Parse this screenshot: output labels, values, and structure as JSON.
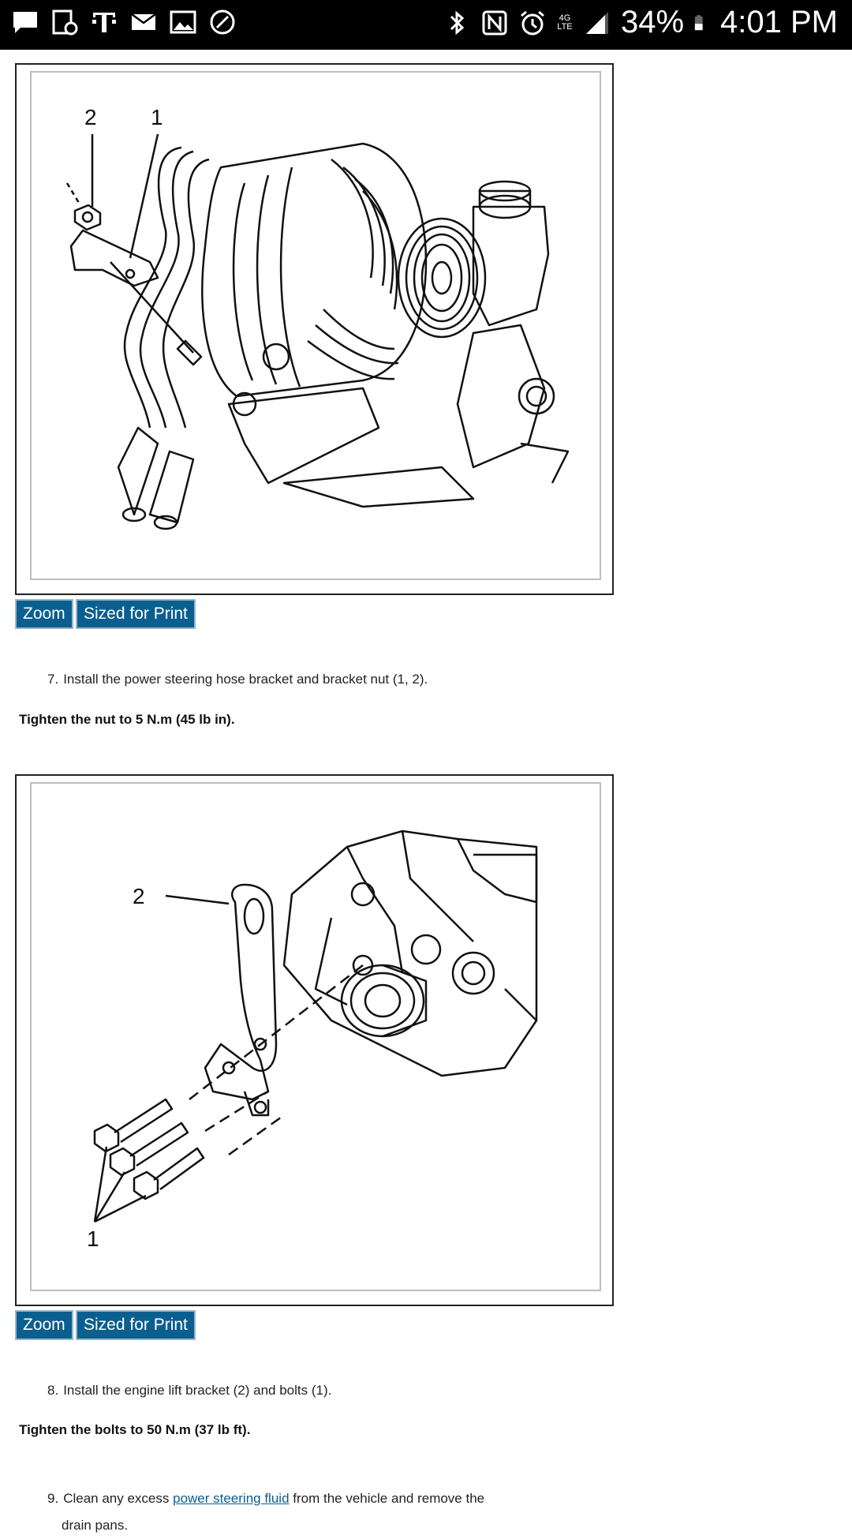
{
  "status_bar": {
    "left_icons": [
      "message-icon",
      "calendar-check-icon",
      "tmobile-icon",
      "mail-icon",
      "image-icon",
      "speed-icon"
    ],
    "right_icons": [
      "bluetooth-icon",
      "nfc-icon",
      "alarm-icon",
      "lte-icon",
      "signal-icon",
      "battery-icon"
    ],
    "network": "4G LTE",
    "battery": "34%",
    "time": "4:01 PM"
  },
  "figure1": {
    "callout_1": "1",
    "callout_2": "2",
    "zoom_label": "Zoom",
    "print_label": "Sized for Print"
  },
  "step7": {
    "number": "7.",
    "text": "Install the power steering hose bracket and bracket nut (1, 2).",
    "note": "Tighten the nut to 5 N.m (45 lb in)."
  },
  "figure2": {
    "callout_1": "1",
    "callout_2": "2",
    "zoom_label": "Zoom",
    "print_label": "Sized for Print"
  },
  "step8": {
    "number": "8.",
    "text": "Install the engine lift bracket (2) and bolts (1).",
    "note": "Tighten the bolts to 50 N.m (37 lb ft)."
  },
  "step9": {
    "number": "9.",
    "text_before": "Clean any excess",
    "link": "power steering fluid",
    "text_after": "from the vehicle and remove the",
    "text_cont": "drain pans."
  }
}
